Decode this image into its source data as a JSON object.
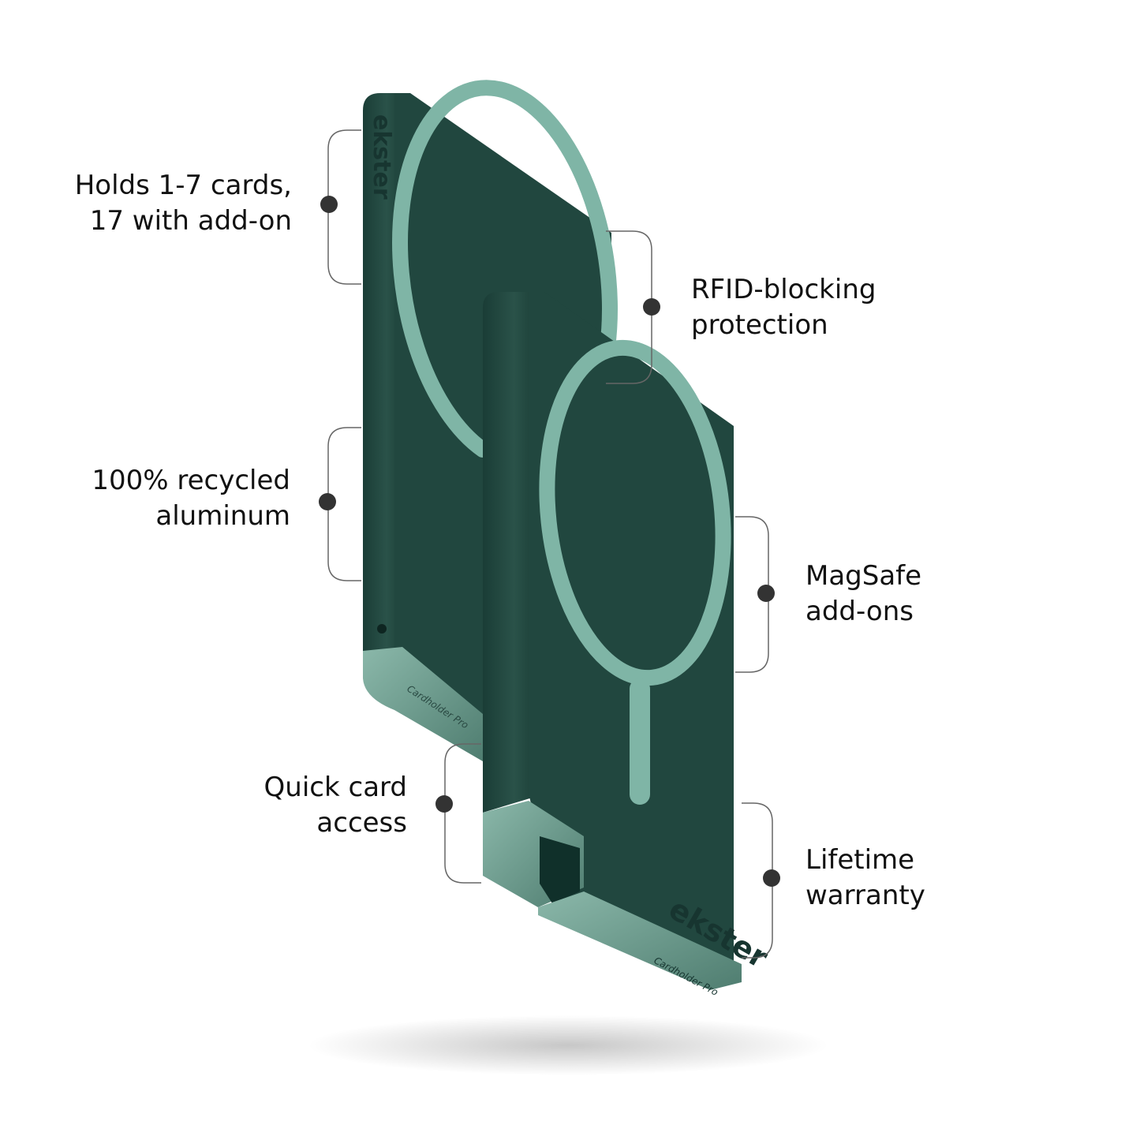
{
  "features": [
    {
      "id": "capacity",
      "lines": [
        "Holds 1-7 cards,",
        "17 with add-on"
      ],
      "side": "left"
    },
    {
      "id": "rfid",
      "lines": [
        "RFID-blocking",
        "protection"
      ],
      "side": "right"
    },
    {
      "id": "aluminum",
      "lines": [
        "100% recycled",
        "aluminum"
      ],
      "side": "left"
    },
    {
      "id": "magsafe",
      "lines": [
        "MagSafe",
        "add-ons"
      ],
      "side": "right"
    },
    {
      "id": "access",
      "lines": [
        "Quick card",
        "access"
      ],
      "side": "left"
    },
    {
      "id": "warranty",
      "lines": [
        "Lifetime",
        "warranty"
      ],
      "side": "right"
    }
  ],
  "product": {
    "brand": "ekster",
    "model": "Cardholder Pro",
    "colors": {
      "body": "#21473f",
      "body_dark": "#183a33",
      "ring": "#7fb5a6",
      "cap": "#6f9b8e",
      "callout": "#555555",
      "dot": "#333333"
    }
  }
}
